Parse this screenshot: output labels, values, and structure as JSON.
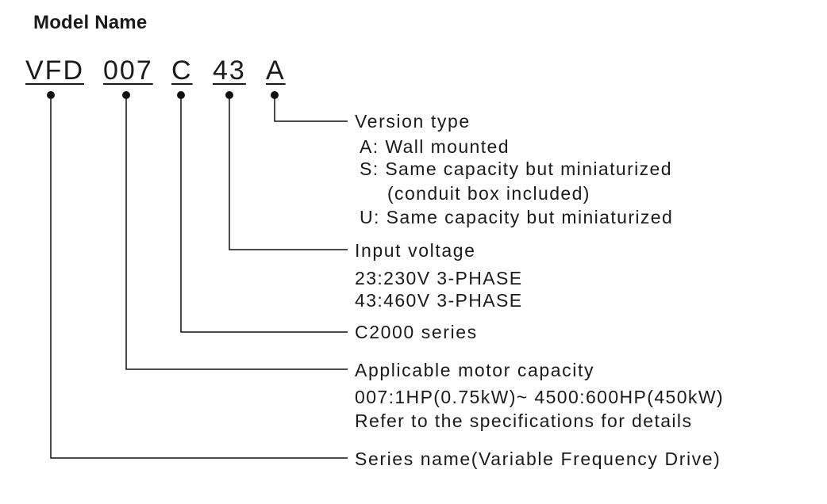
{
  "title": "Model Name",
  "model_code": {
    "series": "VFD",
    "capacity": "007",
    "series_code": "C",
    "voltage": "43",
    "version": "A"
  },
  "fields": {
    "version": {
      "heading": "Version type",
      "lines": [
        "A: Wall mounted",
        "S: Same capacity but  miniaturized",
        "(conduit box included)",
        "U: Same capacity but miniaturized"
      ]
    },
    "voltage": {
      "heading": "Input voltage",
      "lines": [
        "23:230V 3-PHASE",
        "43:460V 3-PHASE"
      ]
    },
    "series_code": {
      "heading": "C2000 series"
    },
    "capacity": {
      "heading": "Applicable motor capacity",
      "lines": [
        "007:1HP(0.75kW)~ 4500:600HP(450kW)",
        "Refer to the specifications for details"
      ]
    },
    "series": {
      "heading": "Series name(Variable Frequency Drive)"
    }
  }
}
